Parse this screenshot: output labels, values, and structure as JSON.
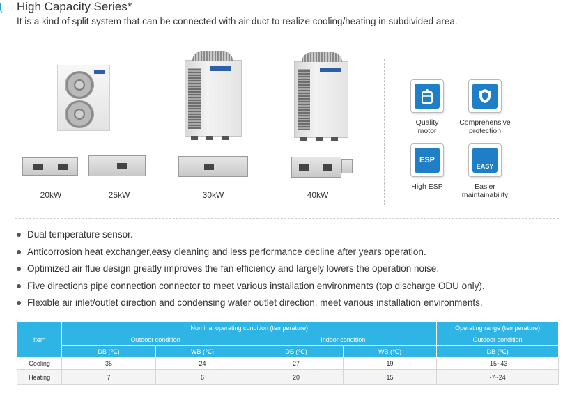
{
  "header": {
    "title": "High Capacity Series*",
    "subtitle": "It is a kind of split system that can be connected with air duct to realize cooling/heating in subdivided area."
  },
  "products": [
    {
      "capacity": "20kW",
      "outdoor_unit_icon": "outdoor-unit-small-icon",
      "indoor_unit_icon": "duct-unit-icon"
    },
    {
      "capacity": "25kW",
      "outdoor_unit_icon": "outdoor-unit-small-icon",
      "indoor_unit_icon": "duct-unit-icon"
    },
    {
      "capacity": "30kW",
      "outdoor_unit_icon": "outdoor-unit-large-icon",
      "indoor_unit_icon": "duct-unit-icon"
    },
    {
      "capacity": "40kW",
      "outdoor_unit_icon": "outdoor-unit-large-icon",
      "indoor_unit_icon": "duct-unit-icon"
    }
  ],
  "features": [
    {
      "label": "Quality\nmotor",
      "icon": "motor-icon"
    },
    {
      "label": "Comprehensive\nprotection",
      "icon": "shield-icon"
    },
    {
      "label": "High ESP",
      "icon": "esp-icon",
      "icon_text": "ESP"
    },
    {
      "label": "Easier\nmaintainability",
      "icon": "wrench-icon",
      "icon_text": "EASY"
    }
  ],
  "bullets": [
    "Dual temperature sensor.",
    "Anticorrosion heat exchanger,easy cleaning and less performance decline after years operation.",
    "Optimized air flue design greatly improves the fan efficiency and largely lowers the operation noise.",
    "Five directions pipe connection connector to meet various installation environments (top discharge ODU only).",
    "Flexible air inlet/outlet direction and condensing water outlet direction, meet various installation environments."
  ],
  "table": {
    "item_header": "Item",
    "nominal_header": "Nominal operating condition (temperature)",
    "range_header": "Operating range (temperature)",
    "outdoor_condition": "Outdoor condition",
    "indoor_condition": "Indoor condition",
    "range_condition": "Outdoor condition",
    "db": "DB (℃)",
    "wb": "WB (℃)",
    "rows": [
      {
        "item": "Cooling",
        "out_db": "35",
        "out_wb": "24",
        "in_db": "27",
        "in_wb": "19",
        "range": "-15~43"
      },
      {
        "item": "Heating",
        "out_db": "7",
        "out_wb": "6",
        "in_db": "20",
        "in_wb": "15",
        "range": "-7~24"
      }
    ]
  },
  "colors": {
    "accent": "#2a9fd6",
    "table_header": "#2fb4e6",
    "icon_blue": "#1e7fc6"
  }
}
